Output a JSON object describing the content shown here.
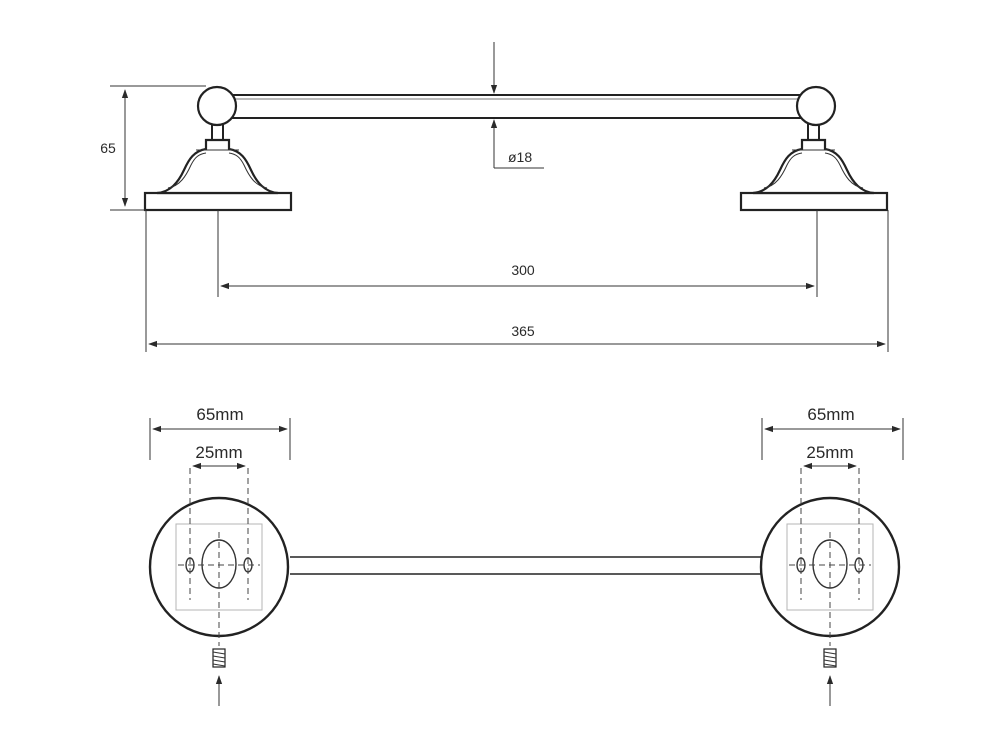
{
  "side_view": {
    "dim_height": "65",
    "dim_diameter": "ø18",
    "dim_centers": "300",
    "dim_overall": "365"
  },
  "rear_view": {
    "left": {
      "dim_plate_width": "65mm",
      "dim_hole_spacing": "25mm"
    },
    "right": {
      "dim_plate_width": "65mm",
      "dim_hole_spacing": "25mm"
    }
  }
}
